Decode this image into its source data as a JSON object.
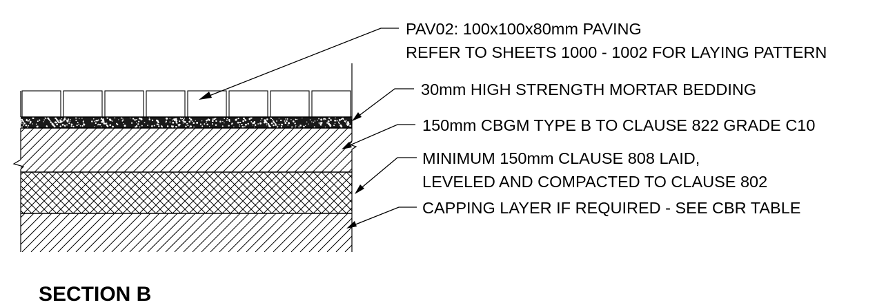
{
  "section_title": "SECTION B",
  "labels": {
    "paving_line1": "PAV02: 100x100x80mm PAVING",
    "paving_line2": "REFER TO SHEETS 1000 - 1002 FOR LAYING PATTERN",
    "mortar": "30mm HIGH STRENGTH MORTAR BEDDING",
    "cbgm": "150mm CBGM TYPE B TO CLAUSE 822 GRADE C10",
    "subbase_line1": "MINIMUM 150mm CLAUSE 808 LAID,",
    "subbase_line2": "LEVELED AND COMPACTED TO CLAUSE 802",
    "capping": "CAPPING LAYER IF REQUIRED - SEE CBR TABLE"
  },
  "layers": [
    {
      "name": "paving",
      "pattern": "blocks"
    },
    {
      "name": "mortar-bedding",
      "pattern": "stipple"
    },
    {
      "name": "cbgm",
      "pattern": "diagonal-hatch"
    },
    {
      "name": "sub-base",
      "pattern": "cross-hatch"
    },
    {
      "name": "capping",
      "pattern": "diagonal-hatch"
    }
  ],
  "colors": {
    "line": "#000000",
    "background": "#ffffff"
  }
}
